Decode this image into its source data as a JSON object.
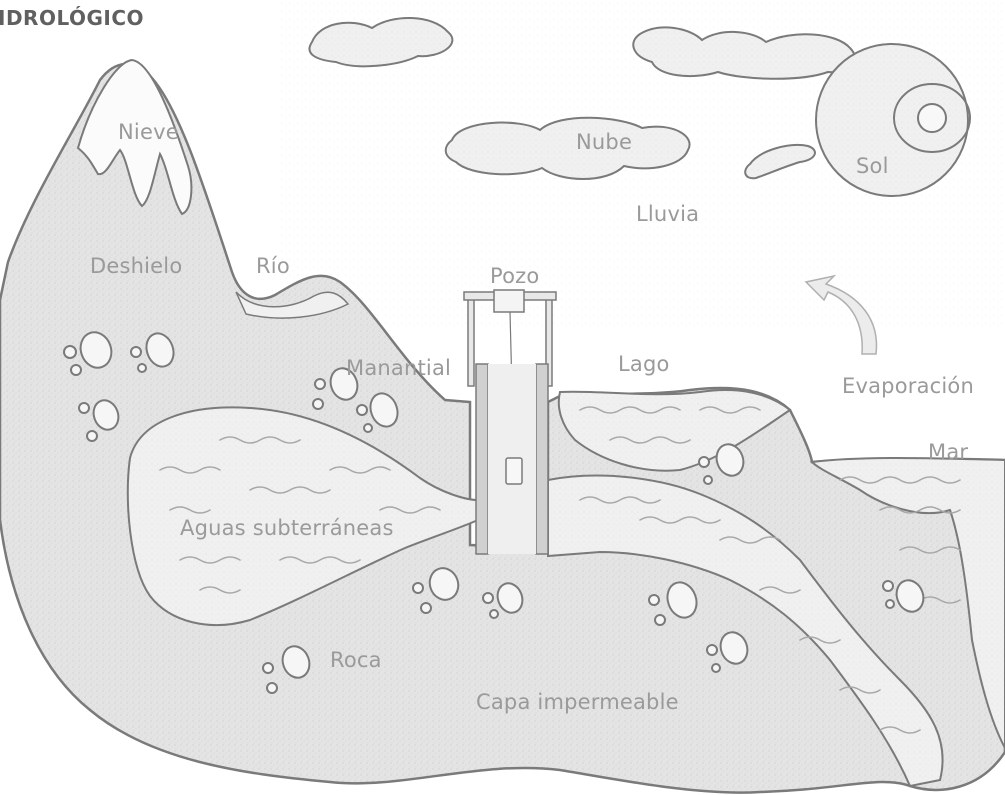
{
  "title": "IDROLÓGICO",
  "labels": {
    "nieve": "Nieve",
    "deshielo": "Deshielo",
    "rio": "Río",
    "pozo": "Pozo",
    "nube": "Nube",
    "sol": "Sol",
    "lluvia": "Lluvia",
    "manantial": "Manantial",
    "lago": "Lago",
    "evaporacion": "Evaporación",
    "mar": "Mar",
    "aguas": "Aguas subterráneas",
    "roca": "Roca",
    "capa": "Capa impermeable"
  },
  "colors": {
    "land_fill": "#e2e2e2",
    "line": "#7a7a7a",
    "water_fill": "#eeeeee",
    "snow": "#fbfbfb",
    "wave": "#a8a8a8",
    "label": "#9a9a9a"
  }
}
